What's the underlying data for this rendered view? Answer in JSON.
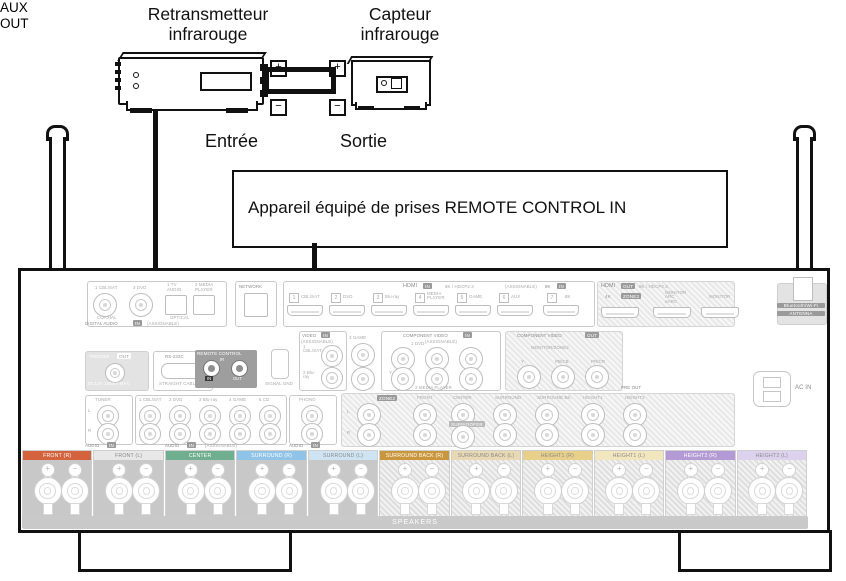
{
  "diagram": {
    "transmitter_label": "Retransmetteur\ninfrarouge",
    "transmitter_label_line1": "Retransmetteur",
    "transmitter_label_line2": "infrarouge",
    "sensor_label_line1": "Capteur",
    "sensor_label_line2": "infrarouge",
    "aux_out_line1": "AUX",
    "aux_out_line2": "OUT",
    "input_label": "Entrée",
    "output_label": "Sortie",
    "device_box_text": "Appareil équipé de prises REMOTE CONTROL IN",
    "terminal_plus": "+",
    "terminal_minus": "−"
  },
  "receiver": {
    "antenna_label_line1": "Bluetooth/Wi-Fi",
    "antenna_label_line2": "ANTENNA",
    "ac_in_label": "AC IN",
    "speakers_label": "SPEAKERS",
    "remote_control": {
      "header": "REMOTE CONTROL",
      "ir_label": "IR",
      "in_label": "IN",
      "out_label": "OUT"
    },
    "digital_audio": {
      "section_label": "DIGITAL AUDIO",
      "in_tag": "IN",
      "assignable": "(ASSIGNABLE)",
      "coaxial_label": "COAXIAL",
      "optical_label": "OPTICAL",
      "ports": [
        "1 CBL/SAT",
        "3 DVD",
        "1 TV AUDIO",
        "2 MEDIA PLAYER"
      ]
    },
    "network": {
      "label": "NETWORK"
    },
    "hdmi_in": {
      "section_label": "HDMI",
      "in_tag": "IN",
      "spec": "8K / HDCP2.3",
      "assignable": "(ASSIGNABLE)",
      "ports": [
        {
          "num": "1",
          "name": "CBL/SAT"
        },
        {
          "num": "2",
          "name": "DVD"
        },
        {
          "num": "3",
          "name": "Blu-ray"
        },
        {
          "num": "4",
          "name": "MEDIA PLAYER"
        },
        {
          "num": "5",
          "name": "GAME"
        },
        {
          "num": "6",
          "name": "AUX"
        },
        {
          "num": "7",
          "name": "8K"
        }
      ],
      "group_8k": "8K",
      "group_8k_tag": "IN"
    },
    "hdmi_out": {
      "section_label": "HDMI",
      "out_tag": "OUT",
      "spec": "8K / HDCP2.3",
      "ports": [
        {
          "tag": "4K",
          "name": ""
        },
        {
          "tag": "ZONE2",
          "name": ""
        },
        {
          "tag": "",
          "name": "MONITOR\nARC\neARC"
        },
        {
          "tag": "",
          "name": "MONITOR"
        }
      ]
    },
    "trigger": {
      "label": "TRIGGER",
      "tag": "OUT",
      "spec": "DC12V 150mA MAX"
    },
    "rs232c": {
      "label": "RS-232C",
      "spec": "STRAIGHT CABLE"
    },
    "signal_gnd": {
      "label": "SIGNAL GND"
    },
    "audio_in": {
      "section_label": "AUDIO",
      "in_tag": "IN",
      "assignable": "(ASSIGNABLE)",
      "tuner_label": "TUNER",
      "phono_label": "PHONO",
      "channel_l": "L",
      "channel_r": "R",
      "ports": [
        "1 CBL/SAT",
        "2 DVD",
        "3 Blu-ray",
        "4 GAME",
        "5 CD"
      ]
    },
    "video_in": {
      "section_label": "VIDEO",
      "in_tag": "IN",
      "assignable": "(ASSIGNABLE)",
      "ports": [
        "1 CBL/SAT",
        "2 Blu-ray",
        "3 GAME"
      ]
    },
    "component_video_in": {
      "section_label": "COMPONENT VIDEO",
      "in_tag": "IN",
      "assignable": "(ASSIGNABLE)",
      "ports": [
        "1 DVD",
        "2 MEDIA PLAYER"
      ],
      "signals": [
        "Y",
        "PB/CB",
        "PR/CR"
      ]
    },
    "component_video_out": {
      "section_label": "COMPONENT VIDEO",
      "out_tag": "OUT",
      "monitor_label": "MONITOR/ZONE2",
      "signals": [
        "Y",
        "PB/CB",
        "PR/CR"
      ]
    },
    "pre_out": {
      "section_label": "PRE OUT",
      "zone2_label": "ZONE2",
      "subwoofer_label": "SUBWOOFER",
      "channels": [
        "FRONT",
        "CENTER",
        "SURROUND",
        "SURROUND BK.",
        "HEIGHT1",
        "HEIGHT2"
      ],
      "channel_l": "L",
      "channel_r": "R"
    },
    "speaker_terminals": [
      {
        "label": "FRONT (R)",
        "color": "#d4623c",
        "dotted": false
      },
      {
        "label": "FRONT (L)",
        "color": "#e8e8e8",
        "dotted": false,
        "dark_text": true
      },
      {
        "label": "CENTER",
        "color": "#6fae8e",
        "dotted": false
      },
      {
        "label": "SURROUND (R)",
        "color": "#8fc4e8",
        "dotted": false
      },
      {
        "label": "SURROUND (L)",
        "color": "#cfe4f2",
        "dotted": false,
        "dark_text": true
      },
      {
        "label": "SURROUND BACK (R)",
        "color": "#c9963c",
        "dotted": true
      },
      {
        "label": "SURROUND BACK (L)",
        "color": "#e8d9b4",
        "dotted": true,
        "dark_text": true
      },
      {
        "label": "HEIGHT1 (R)",
        "color": "#e8cf8a",
        "dotted": true,
        "dark_text": true
      },
      {
        "label": "HEIGHT1 (L)",
        "color": "#f2e6bf",
        "dotted": true,
        "dark_text": true
      },
      {
        "label": "HEIGHT2 (R)",
        "color": "#b49ad4",
        "dotted": true
      },
      {
        "label": "HEIGHT2 (L)",
        "color": "#ddd2ee",
        "dotted": true,
        "dark_text": true
      }
    ],
    "speaker_assignable_note": "ASSIGNABLE",
    "terminal_plus": "+",
    "terminal_minus": "−"
  },
  "colors": {
    "ink": "#111111",
    "panel_line": "#c9c9c9",
    "grey_fill": "#c8c8c8"
  }
}
